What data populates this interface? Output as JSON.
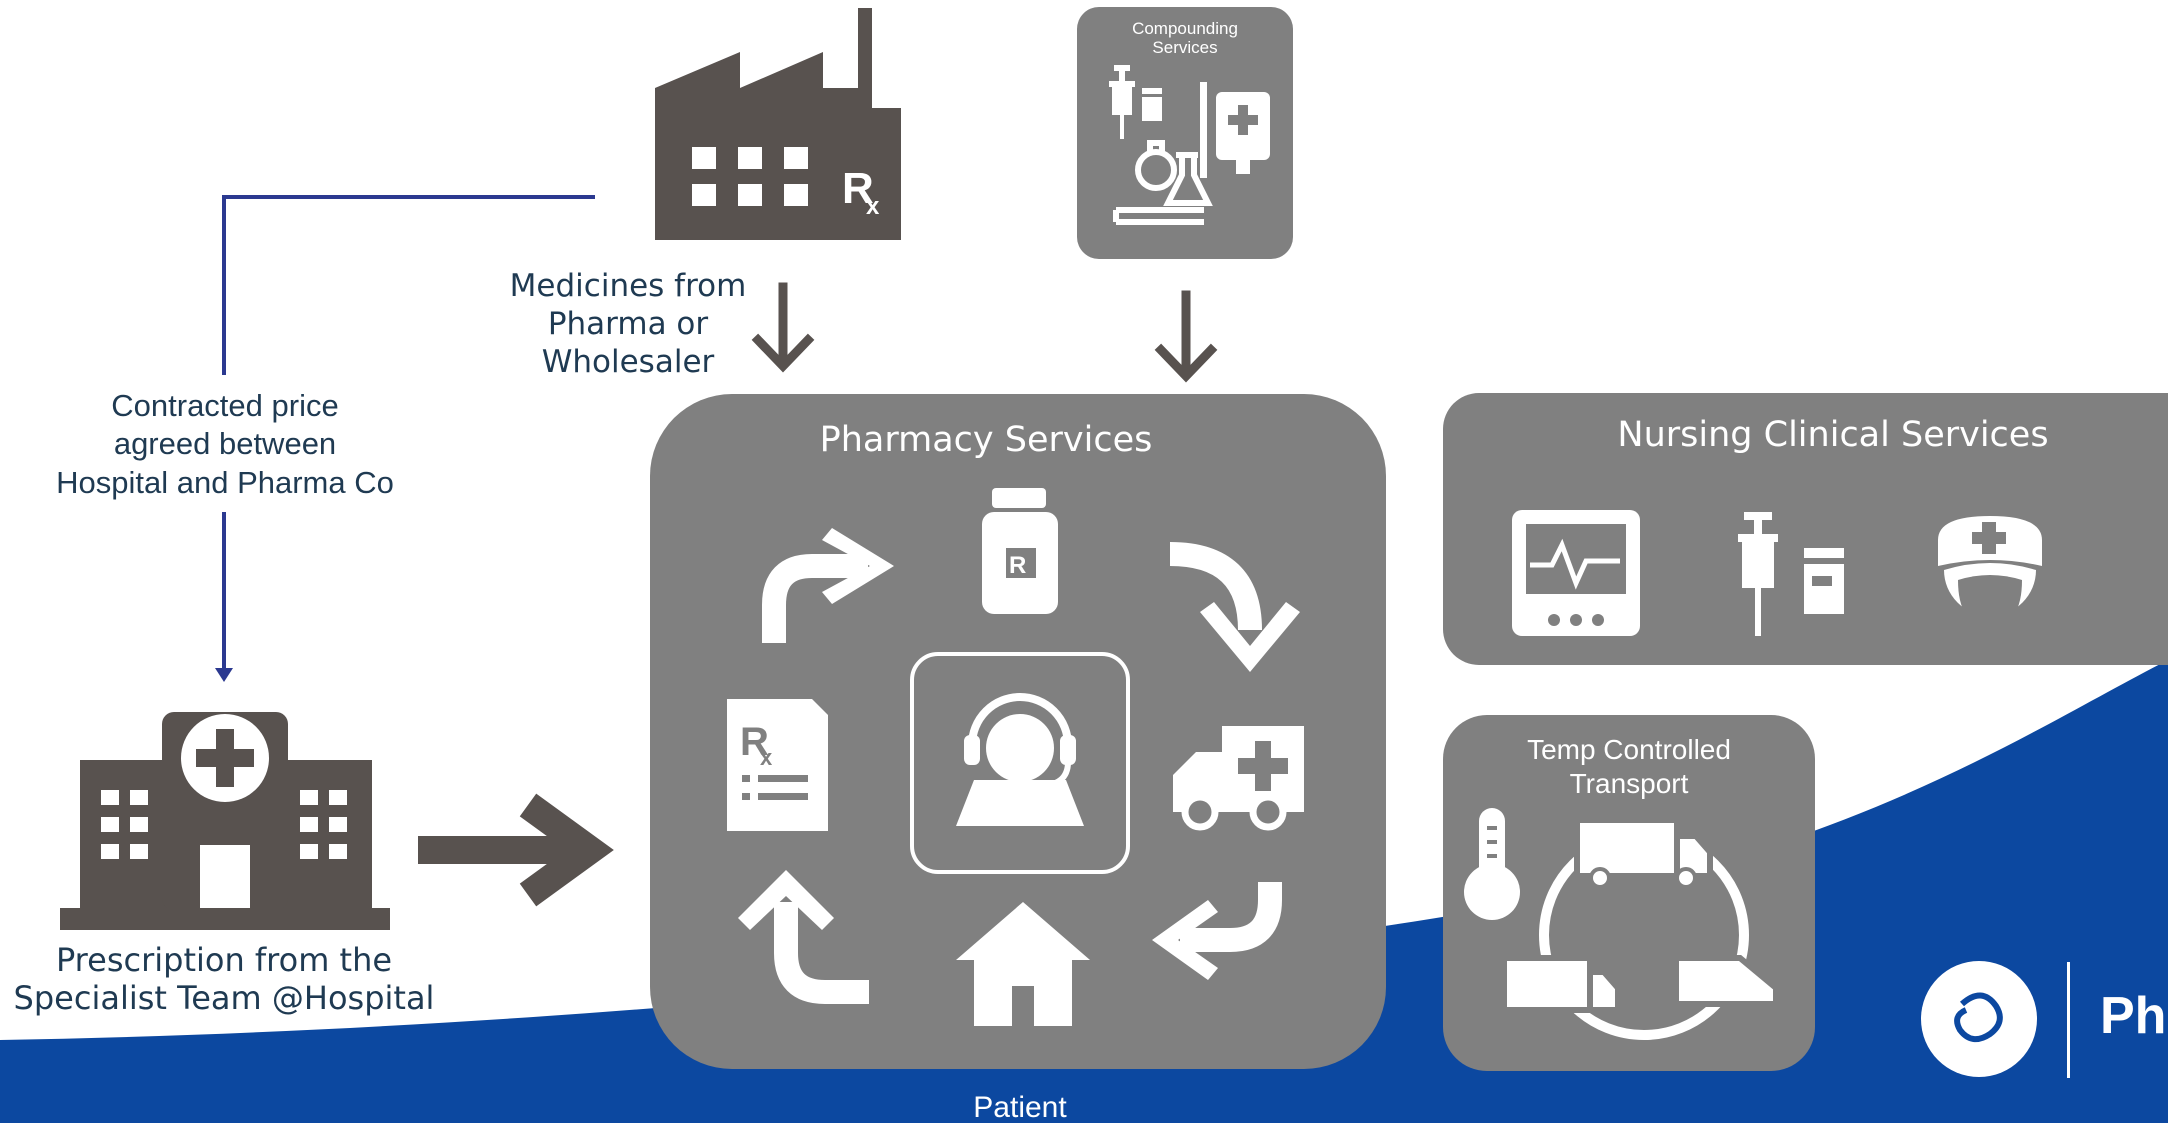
{
  "colors": {
    "brand_blue": "#0c48a0",
    "line_blue": "#2b3990",
    "icon_dark": "#58524f",
    "panel_gray": "#808080",
    "text_dark": "#1f3a52",
    "white": "#ffffff"
  },
  "top": {
    "compounding": {
      "line1": "Compounding",
      "line2": "Services"
    },
    "pharma_source": {
      "line1": "Medicines from",
      "line2": "Pharma or",
      "line3": "Wholesaler"
    }
  },
  "contract": {
    "line1": "Contracted price",
    "line2": "agreed between",
    "line3": "Hospital and Pharma Co"
  },
  "hospital": {
    "line1": "Prescription from the",
    "line2": "Specialist Team @Hospital"
  },
  "pharmacy_panel": {
    "title": "Pharmacy Services"
  },
  "nursing_panel": {
    "title": "Nursing Clinical Services"
  },
  "transport_panel": {
    "line1": "Temp Controlled",
    "line2": "Transport"
  },
  "bottom": {
    "patient_label": "Patient"
  },
  "brand": {
    "text_fragment": "Ph"
  },
  "icons": [
    "factory-icon",
    "compounding-icon",
    "hospital-icon",
    "call-center-agent-icon",
    "prescription-bottle-icon",
    "prescription-document-icon",
    "ambulance-icon",
    "home-icon",
    "monitor-icon",
    "syringe-icon",
    "nurse-icon",
    "thermometer-icon",
    "truck-icon",
    "logo-icon"
  ]
}
